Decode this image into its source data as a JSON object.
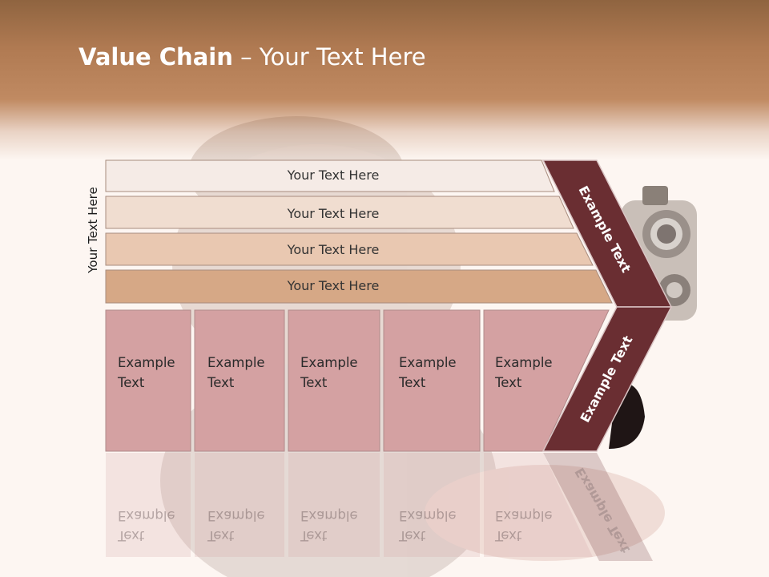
{
  "title": {
    "bold": "Value Chain",
    "rest": " – Your Text Here"
  },
  "side_label": "Your Text Here",
  "bands": [
    {
      "label": "Your Text Here",
      "color": "#f5ebe6"
    },
    {
      "label": "Your Text Here",
      "color": "#f0ddd0"
    },
    {
      "label": "Your Text Here",
      "color": "#e9c8b1"
    },
    {
      "label": "Your Text Here",
      "color": "#d6a886"
    }
  ],
  "columns": [
    {
      "line1": "Example",
      "line2": "Text"
    },
    {
      "line1": "Example",
      "line2": "Text"
    },
    {
      "line1": "Example",
      "line2": "Text"
    },
    {
      "line1": "Example",
      "line2": "Text"
    },
    {
      "line1": "Example",
      "line2": "Text"
    }
  ],
  "chevron_top": "Example Text",
  "chevron_bottom": "Example Text",
  "colors": {
    "chevron": "#6a2e32",
    "column": "#d4a1a2",
    "title": "#ffffff"
  }
}
